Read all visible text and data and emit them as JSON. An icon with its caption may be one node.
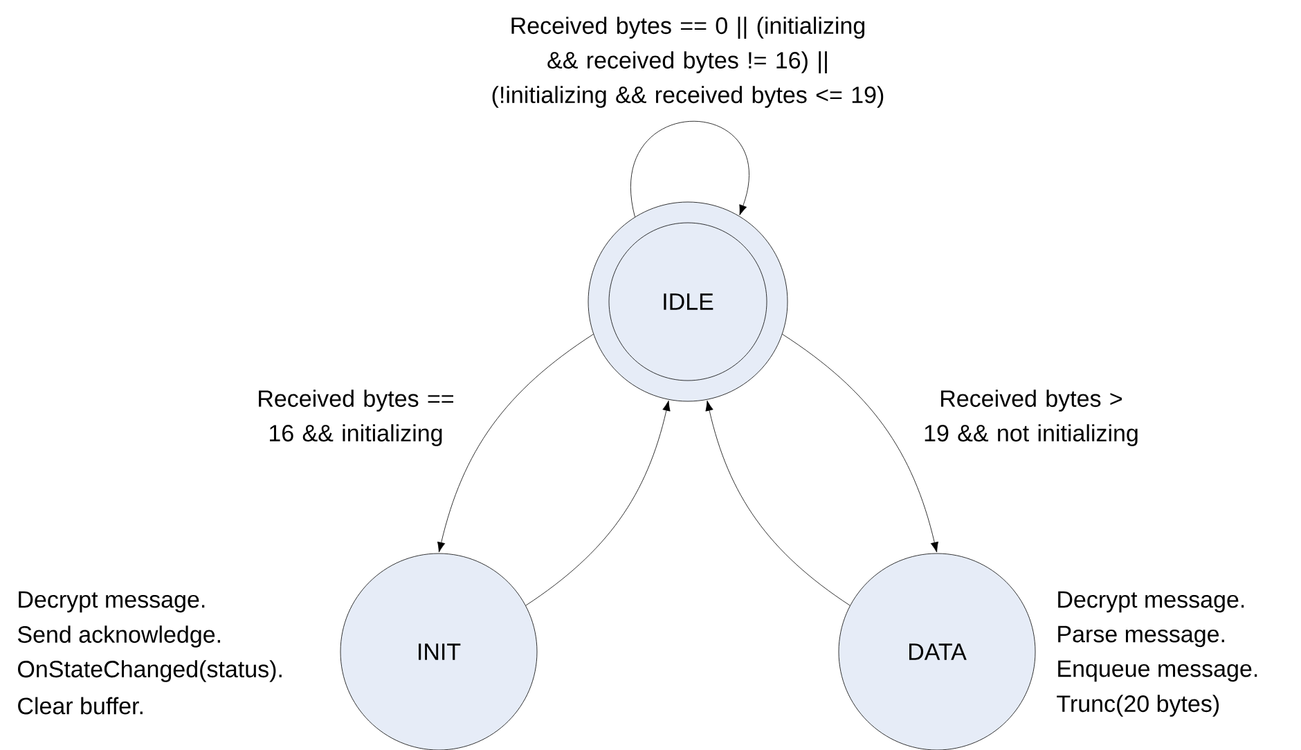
{
  "diagram": {
    "nodes": [
      {
        "text": [
          "IDLE"
        ]
      },
      {
        "text": [
          "INIT"
        ],
        "beside": [
          "Decrypt message.",
          "Send acknowledge.",
          "OnStateChanged(status).",
          "Clear buffer."
        ]
      },
      {
        "text": [
          "DATA"
        ],
        "beside": [
          "Decrypt message.",
          "Parse message.",
          "Enqueue message.",
          "Trunc(20 bytes)"
        ]
      }
    ],
    "edges": [
      {
        "from": 0,
        "to": 0,
        "arrow": "to",
        "label": "Received bytes == 0 || (initializing && received bytes != 16) || (!initializing && received bytes <= 19)"
      },
      {
        "from": 0,
        "to": 1,
        "arrow": "to",
        "label": "Received bytes == 16 && initializing"
      },
      {
        "from": 1,
        "to": 0,
        "arrow": "to"
      },
      {
        "from": 0,
        "to": 2,
        "arrow": "to",
        "label": "Received bytes > 19 && not initializing"
      },
      {
        "from": 2,
        "to": 0,
        "arrow": "to"
      }
    ]
  }
}
